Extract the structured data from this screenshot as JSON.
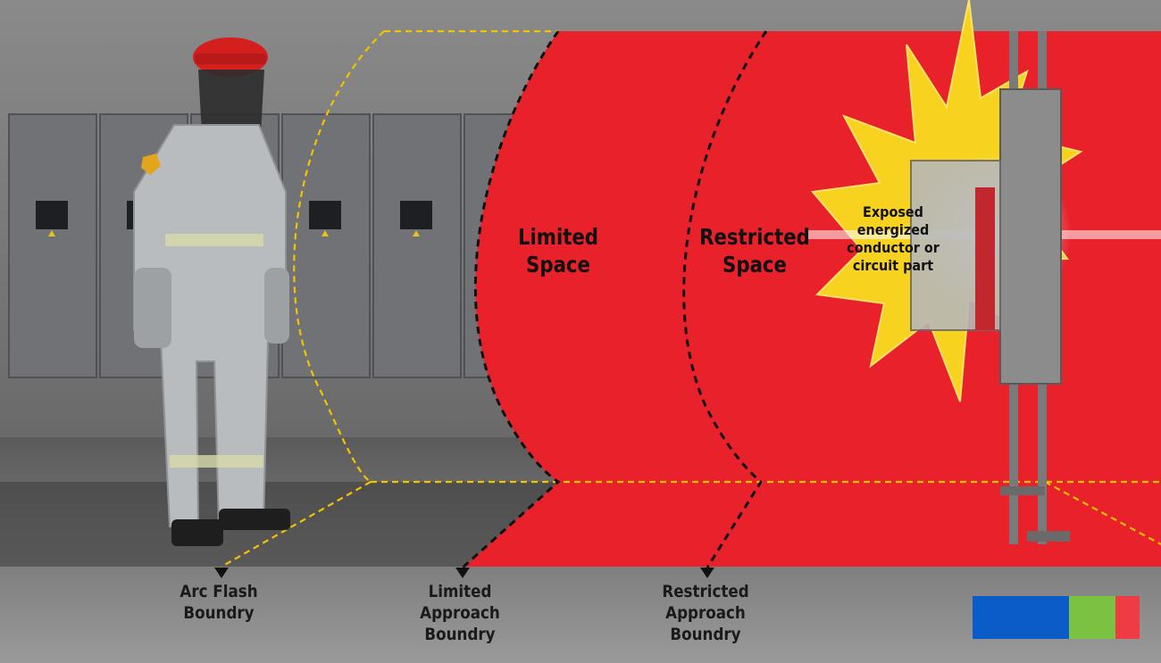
{
  "zones": {
    "limited": "Limited\nSpace",
    "restricted": "Restricted\nSpace"
  },
  "source_label": "Exposed\nenergized\nconductor or\ncircuit part",
  "boundaries": {
    "arc_flash": "Arc Flash\nBoundry",
    "limited_approach": "Limited\nApproach\nBoundry",
    "restricted_approach": "Restricted\nApproach\nBoundry"
  },
  "colors": {
    "zone_green": "#2fa33a",
    "zone_yellow": "#f4d01a",
    "zone_orange": "#f08a1e",
    "zone_red": "#e8212a",
    "boundary_yellow": "#f2c400",
    "boundary_black": "#111111",
    "swatch_blue": "#0a5cc8",
    "swatch_green": "#7cc242",
    "swatch_red": "#ee3b44"
  },
  "icons": {
    "worker": "worker-ppe-icon",
    "flash": "arc-flash-burst-icon",
    "panel": "electrical-panel-icon",
    "arrow": "arrow-down-icon"
  }
}
